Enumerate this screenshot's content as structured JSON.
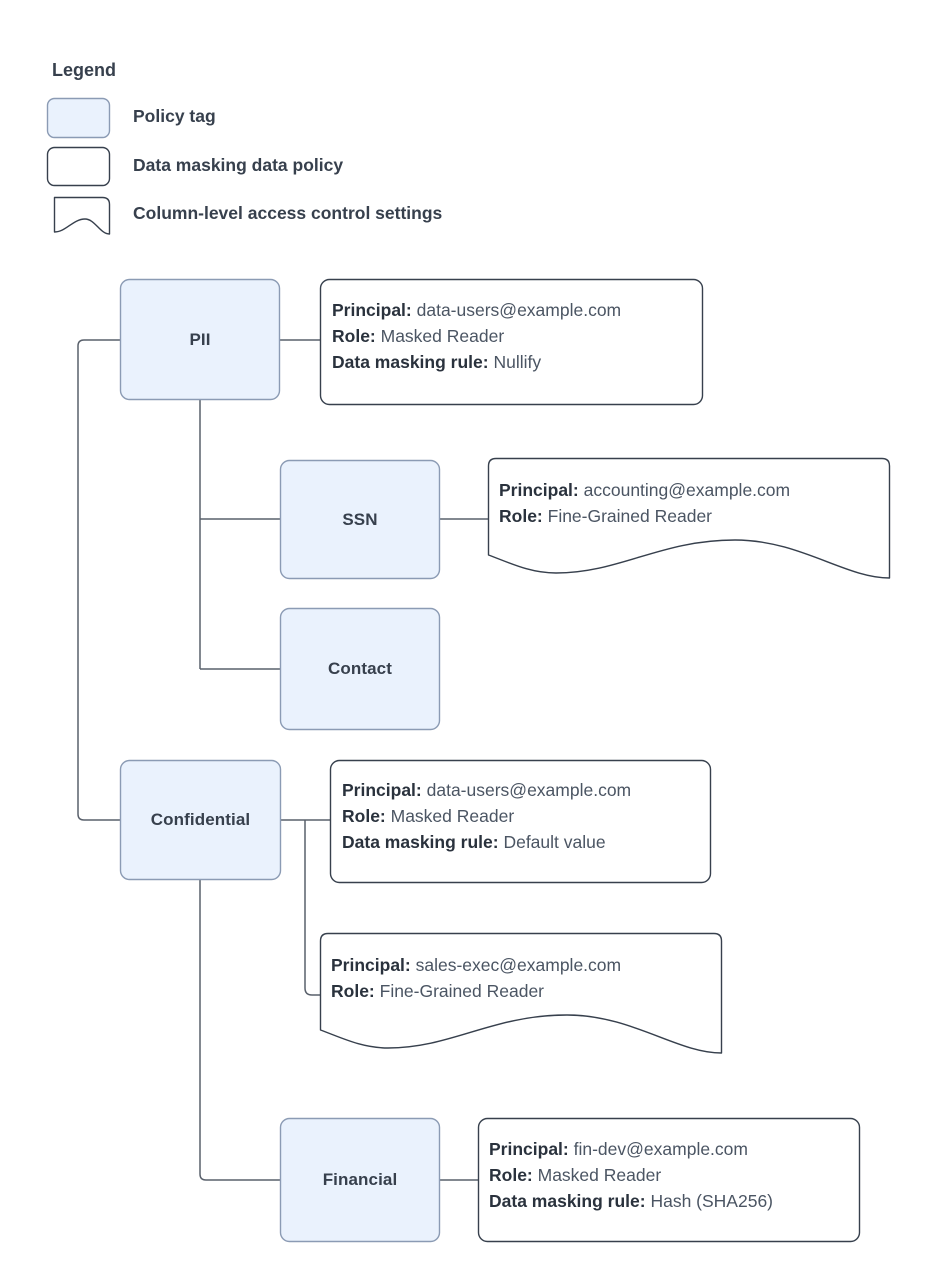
{
  "legend": {
    "title": "Legend",
    "items": [
      {
        "label": "Policy tag",
        "shape": "rounded-rect",
        "fill": "#eaf2fd",
        "stroke": "#8b9bb4"
      },
      {
        "label": "Data masking data policy",
        "shape": "rounded-rect",
        "fill": "#ffffff",
        "stroke": "#37404d"
      },
      {
        "label": "Column-level access control settings",
        "shape": "torn-bottom-rect",
        "fill": "#ffffff",
        "stroke": "#37404d"
      }
    ]
  },
  "colors": {
    "policy_tag_fill": "#eaf2fd",
    "policy_tag_stroke": "#8b9bb4",
    "box_stroke": "#37404d",
    "connector": "#59606b",
    "text": "#37404d",
    "value_text": "#4b5563"
  },
  "nodes": [
    {
      "id": "pii",
      "label": "PII"
    },
    {
      "id": "ssn",
      "label": "SSN"
    },
    {
      "id": "contact",
      "label": "Contact"
    },
    {
      "id": "confidential",
      "label": "Confidential"
    },
    {
      "id": "financial",
      "label": "Financial"
    }
  ],
  "policies": [
    {
      "id": "pii-policy",
      "shape": "data-masking",
      "lines": [
        {
          "key": "Principal:",
          "value": "data-users@example.com"
        },
        {
          "key": "Role:",
          "value": "Masked Reader"
        },
        {
          "key": "Data masking rule:",
          "value": "Nullify"
        }
      ]
    },
    {
      "id": "ssn-policy",
      "shape": "column-level-access",
      "lines": [
        {
          "key": "Principal:",
          "value": "accounting@example.com"
        },
        {
          "key": "Role:",
          "value": "Fine-Grained Reader"
        }
      ]
    },
    {
      "id": "confidential-policy",
      "shape": "data-masking",
      "lines": [
        {
          "key": "Principal:",
          "value": "data-users@example.com"
        },
        {
          "key": "Role:",
          "value": "Masked Reader"
        },
        {
          "key": "Data masking rule:",
          "value": "Default value"
        }
      ]
    },
    {
      "id": "confidential-access",
      "shape": "column-level-access",
      "lines": [
        {
          "key": "Principal:",
          "value": "sales-exec@example.com"
        },
        {
          "key": "Role:",
          "value": "Fine-Grained Reader"
        }
      ]
    },
    {
      "id": "financial-policy",
      "shape": "data-masking",
      "lines": [
        {
          "key": "Principal:",
          "value": "fin-dev@example.com"
        },
        {
          "key": "Role:",
          "value": "Masked Reader"
        },
        {
          "key": "Data masking rule:",
          "value": "Hash (SHA256)"
        }
      ]
    }
  ]
}
